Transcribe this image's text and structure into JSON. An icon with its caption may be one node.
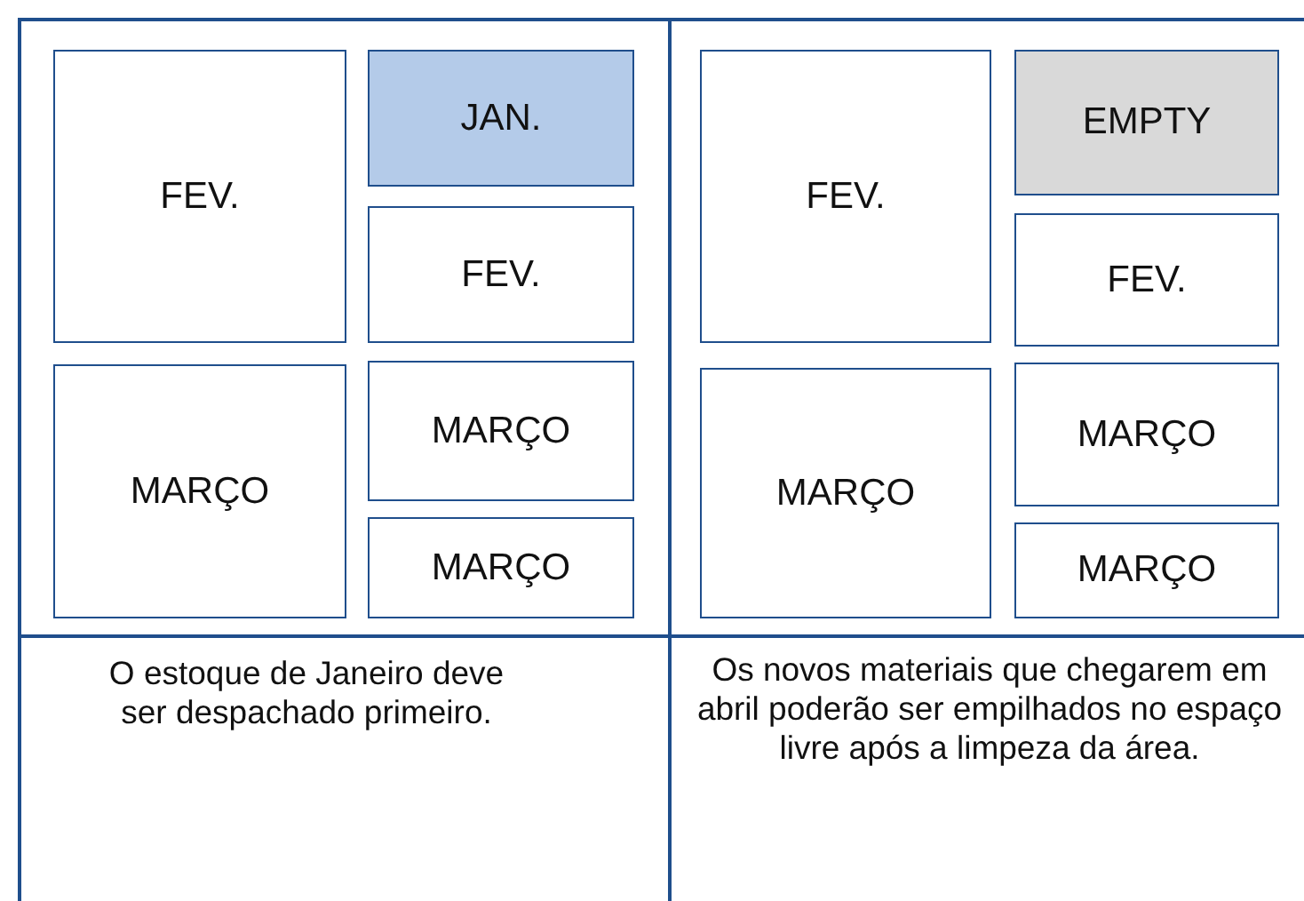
{
  "diagram": {
    "nodes": [
      {
        "text": [
          "FEV."
        ]
      },
      {
        "text": [
          "JAN."
        ]
      },
      {
        "text": [
          "FEV."
        ]
      },
      {
        "text": [
          "MARÇO"
        ]
      },
      {
        "text": [
          "MARÇO"
        ]
      },
      {
        "text": [
          "MARÇO"
        ]
      },
      {
        "text": [
          "FEV."
        ]
      },
      {
        "text": [
          "EMPTY"
        ]
      },
      {
        "text": [
          "FEV."
        ]
      },
      {
        "text": [
          "MARÇO"
        ]
      },
      {
        "text": [
          "MARÇO"
        ]
      },
      {
        "text": [
          "MARÇO"
        ]
      }
    ],
    "edges": [],
    "labels": [
      "O estoque de Janeiro deve ser despachado primeiro.",
      "Os novos materiais que chegarem em abril poderão ser empilhados no espaço livre após a limpeza da área."
    ]
  }
}
